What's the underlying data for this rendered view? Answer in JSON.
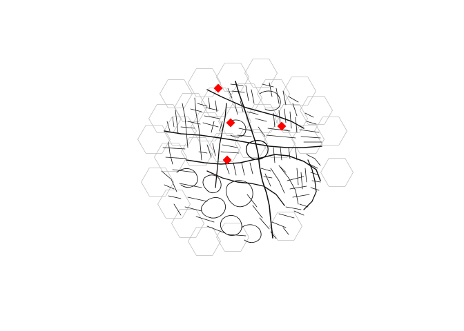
{
  "map": {
    "background_color": "#ffffff",
    "hex_grid_color": "#bdbdbd",
    "street_color": "#111111",
    "marker_color": "#ff0000",
    "marker_shape": "diamond",
    "marker_count": 4,
    "hex_cell_count": 31
  }
}
